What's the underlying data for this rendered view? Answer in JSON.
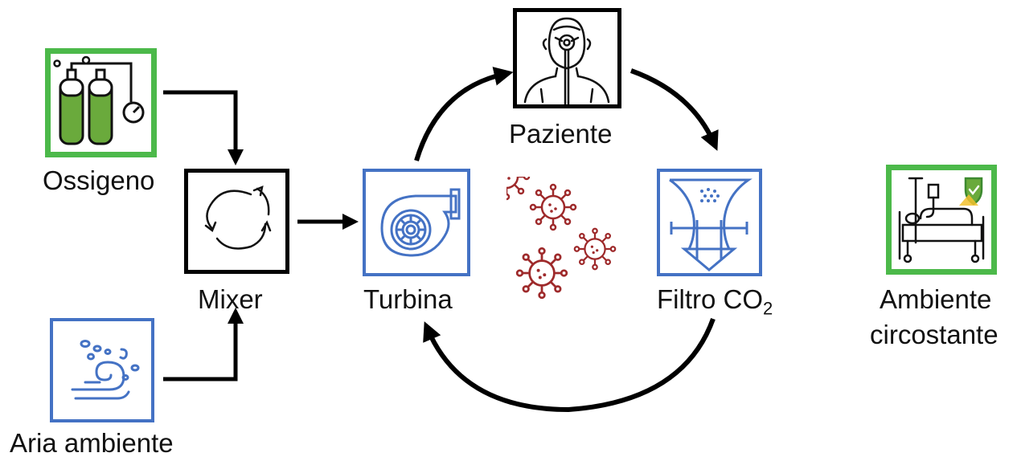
{
  "nodes": {
    "ossigeno": {
      "label": "Ossigeno"
    },
    "aria": {
      "label": "Aria ambiente"
    },
    "mixer": {
      "label": "Mixer"
    },
    "turbina": {
      "label": "Turbina"
    },
    "paziente": {
      "label": "Paziente"
    },
    "filtro": {
      "label": "Filtro CO",
      "subscript": "2"
    },
    "ambiente": {
      "label_line1": "Ambiente",
      "label_line2": "circostante"
    }
  },
  "colors": {
    "black_border": "#000000",
    "blue_border": "#4472c4",
    "green_border": "#4cb94a",
    "virus": "#9e2a2b",
    "cylinder_fill": "#6aaa3c"
  },
  "icons": {
    "ossigeno": "oxygen-cylinders-icon",
    "aria": "wind-icon",
    "mixer": "circular-arrows-icon",
    "turbina": "turbine-icon",
    "paziente": "patient-mask-icon",
    "filtro": "filter-funnel-icon",
    "ambiente": "hospital-bed-shield-icon",
    "virus": "virus-icon"
  }
}
